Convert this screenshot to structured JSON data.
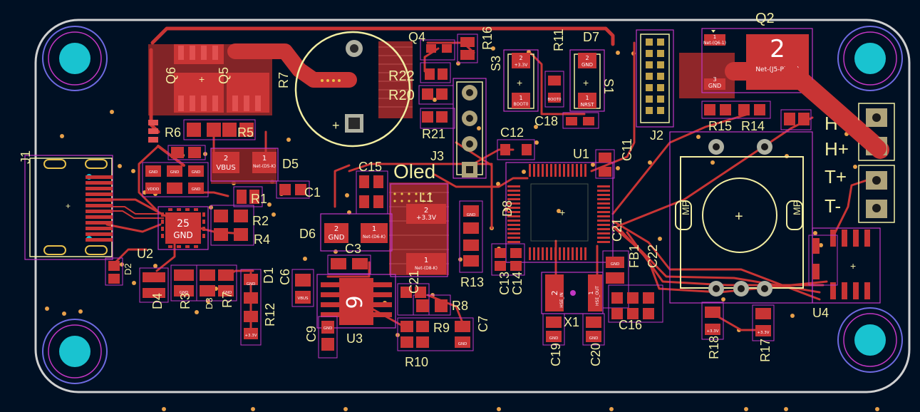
{
  "colors": {
    "background": "#001023",
    "outline": "#d0d0d0",
    "copper": "#c83434",
    "silkscreen": "#f2eda1",
    "courtyard": "#c236c2",
    "via": "#e8a04a",
    "hole": "#19c3d0"
  },
  "designators": {
    "J1": "J1",
    "J2": "J2",
    "J3": "J3",
    "U1": "U1",
    "U2": "U2",
    "U3": "U3",
    "U4": "U4",
    "Q2": "Q2",
    "Q4": "Q4",
    "Q5": "Q5",
    "Q6": "Q6",
    "X1": "X1",
    "R1": "R1",
    "R2": "R2",
    "R3": "R3",
    "R4": "R4",
    "R5": "R5",
    "R6": "R6",
    "R7": "R7",
    "R8": "R8",
    "R9": "R9",
    "R10": "R10",
    "R11": "R11",
    "R12": "R12",
    "R13": "R13",
    "R14": "R14",
    "R15": "R15",
    "R16": "R16",
    "R17": "R17",
    "R18": "R18",
    "R20": "R20",
    "R21": "R21",
    "R22": "R22",
    "C1": "C1",
    "C3": "C3",
    "C6": "C6",
    "C7": "C7",
    "C9": "C9",
    "C11": "C11",
    "C12": "C12",
    "C13": "C13",
    "C14": "C14",
    "C15": "C15",
    "C16": "C16",
    "C18": "C18",
    "C19": "C19",
    "C20": "C20",
    "C21": "C21",
    "C22": "C22",
    "D1": "D1",
    "D2": "D2",
    "D3": "D3",
    "D4": "D4",
    "D5": "D5",
    "D6": "D6",
    "D7": "D7",
    "D8": "D8",
    "L1": "L1",
    "S1": "S1",
    "S3": "S3",
    "FB1": "FB1"
  },
  "silk_text": {
    "oled": "Oled",
    "h_minus": "H-",
    "h_plus": "H+",
    "t_plus": "T+",
    "t_minus": "T-",
    "mp": "MP"
  },
  "pads": {
    "q2_num": "2",
    "q2_net": "Net-(J5-Pin_1)",
    "u2_num": "25",
    "u2_net": "GND",
    "u3_num": "9",
    "d5_2": "2",
    "d5_2_net": "VBUS",
    "d5_1": "1",
    "d5_1_net": "Net-(D5-K)",
    "d6_2": "2",
    "d6_2_net": "GND",
    "d6_1": "1",
    "d6_1_net": "Net-(D6-K)",
    "l1_2": "2",
    "l1_2_net": "+3.3V",
    "l1_1": "1",
    "l1_1_net": "Net-(D8-K)",
    "s3_2": "2",
    "s3_2_net": "+3.3V",
    "s3_1": "1",
    "s3_1_net": "BOOT0",
    "s1_2": "2",
    "s1_2_net": "GND",
    "s1_1": "1",
    "s1_1_net": "NRST",
    "x1_2": "2",
    "x1_2_net": "HSE_IN",
    "x1_1": "1",
    "x1_1_net": "HSE_OUT",
    "small_net_gnd": "GND",
    "small_net_33": "+3.3V",
    "small_net_vbus": "VBUS",
    "small_net_vddd": "VDDD",
    "small_net_boot0": "BOOT0",
    "q6_3": "3",
    "q6_3_net": "GND",
    "q6_1": "1",
    "q6_1_net": "Net-(Q6-1)"
  }
}
